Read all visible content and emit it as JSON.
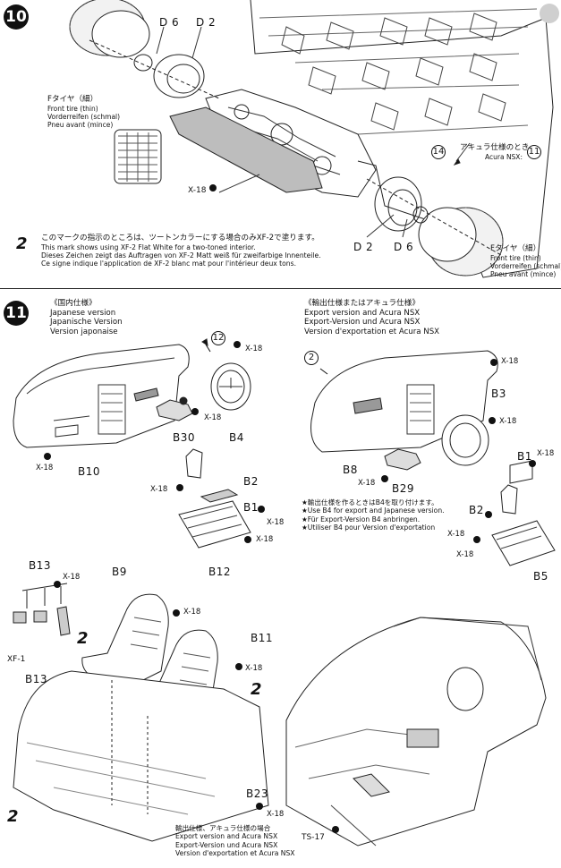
{
  "steps": {
    "step10": {
      "number": "10",
      "parts": {
        "d6_top": "D 6",
        "d2_top": "D 2",
        "d2_bottom": "D 2",
        "d6_bottom": "D 6",
        "x18": "X-18"
      },
      "front_tire_left": {
        "jp": "Fタイヤ（細）",
        "en": "Front tire (thin)",
        "de": "Vorderreifen (schmal)",
        "fr": "Pneu avant (mince)"
      },
      "front_tire_right": {
        "jp": "Fタイヤ（細）",
        "en": "Front tire (thin)",
        "de": "Vorderreifen (schmal)",
        "fr": "Pneu avant (mince)"
      },
      "acura_note": {
        "num14": "14",
        "jp": "アキュラ仕様のとき",
        "en": "Acura NSX:",
        "num11": "11"
      },
      "paint_note": {
        "badge": "2",
        "jp": "このマークの指示のところは、ツートンカラーにする場合のみXF-2で塗ります。",
        "en": "This mark shows using XF-2 Flat White for a two-toned interior.",
        "de": "Dieses Zeichen zeigt das Auftragen von XF-2 Matt weiß für zweifarbige Innenteile.",
        "fr": "Ce signe indique l'application de XF-2 blanc mat pour l'intérieur deux tons."
      }
    },
    "step11": {
      "number": "11",
      "japanese_version": {
        "jp": "《国内仕様》",
        "en": "Japanese version",
        "de": "Japanische Version",
        "fr": "Version japonaise"
      },
      "export_version": {
        "jp": "《輸出仕様またはアキュラ仕様》",
        "en": "Export version and Acura NSX",
        "de": "Export-Version und Acura NSX",
        "fr": "Version d'exportation et Acura NSX"
      },
      "b4_note": {
        "jp": "★輸出仕様を作るときはB4を取り付けます。",
        "en": "★Use B4 for export and Japanese version.",
        "de": "★Für Export-Version B4 anbringen.",
        "fr": "★Utiliser B4 pour Version d'exportation"
      },
      "seat_note": {
        "jp": "輸出仕様、アキュラ仕様の場合",
        "en": "Export version and Acura NSX",
        "de": "Export-Version und Acura NSX",
        "fr": "Version d'exportation et Acura NSX"
      },
      "labels": {
        "circ12": "12",
        "circ2": "2",
        "x18": "X-18",
        "b10": "B10",
        "b30": "B30",
        "b4": "B4",
        "b2_left": "B2",
        "b1_left": "B1",
        "b12": "B12",
        "b8": "B8",
        "b29": "B29",
        "b3": "B3",
        "b1_right": "B1",
        "b2_right": "B2",
        "b5": "B5",
        "b13_top": "B13",
        "b9": "B9",
        "b11": "B11",
        "b13_bottom": "B13",
        "b23": "B23",
        "xf1": "XF-1",
        "ts17": "TS-17",
        "two": "2"
      }
    }
  }
}
